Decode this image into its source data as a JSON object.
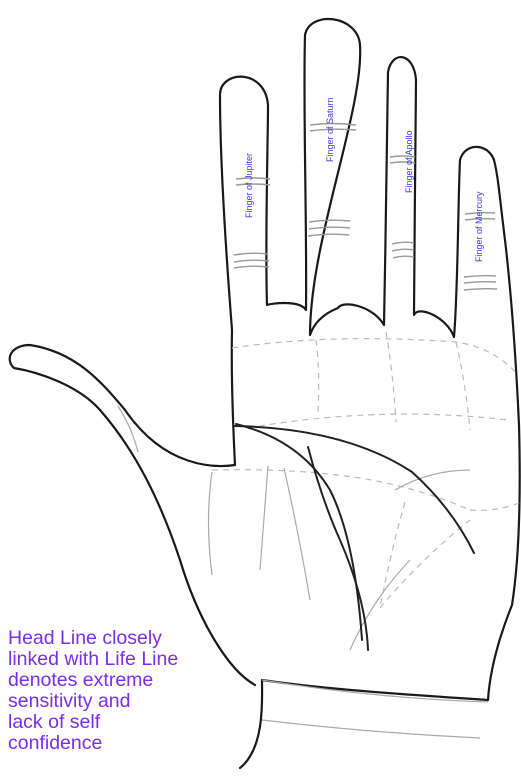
{
  "fingers": {
    "jupiter": "Finger of Jupiter",
    "saturn": "Finger of Saturn",
    "apollo": "Finger of Apollo",
    "mercury": "Finger of Mercury"
  },
  "caption": {
    "lines": [
      "Head Line closely",
      "linked with Life Line",
      "denotes extreme",
      "sensitivity and",
      "lack of self",
      "confidence"
    ]
  },
  "colors": {
    "label": "#3b3bd8",
    "caption": "#7a2ee6",
    "outline": "#1a1a1a",
    "palm_lines": "#222222",
    "creases": "#999999",
    "mount_boundaries": "#bbbbbb"
  }
}
